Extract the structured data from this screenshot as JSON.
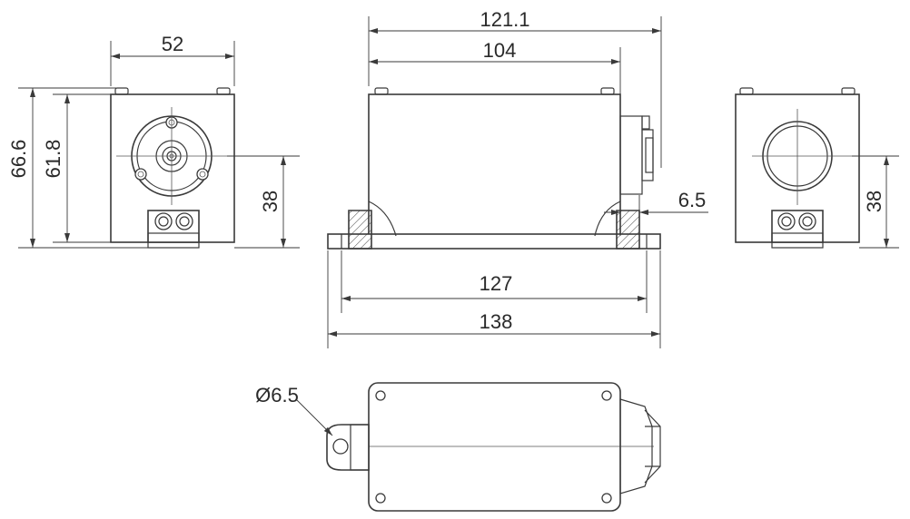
{
  "dimensions": {
    "front_width": "52",
    "front_height_total": "66.6",
    "front_height_body": "61.8",
    "front_axis_height": "38",
    "side_length_total": "121.1",
    "side_length_body": "104",
    "side_offset": "6.5",
    "side_mount_pitch": "127",
    "side_base_length": "138",
    "rear_axis_height": "38",
    "top_hole_diameter": "Ø6.5"
  }
}
